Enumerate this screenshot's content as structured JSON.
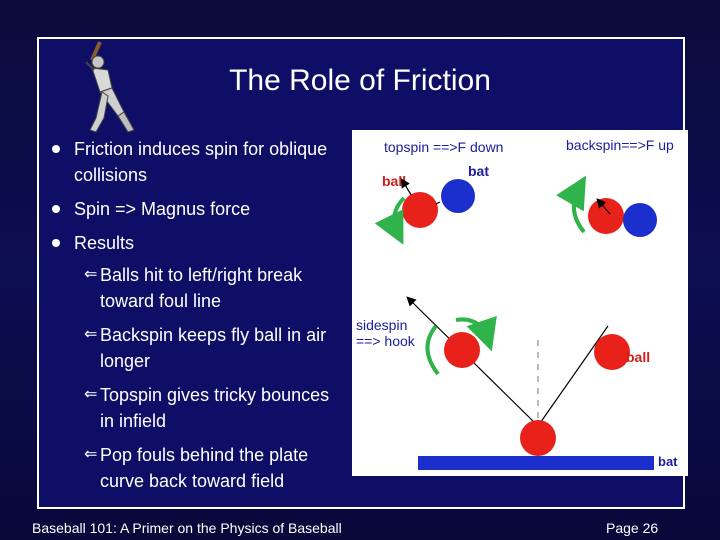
{
  "slide": {
    "title": "The Role of Friction",
    "bullets": [
      {
        "text": "Friction induces spin for oblique collisions"
      },
      {
        "text": "Spin => Magnus force"
      },
      {
        "text": "Results"
      }
    ],
    "sub_bullets": [
      {
        "text": "Balls hit to left/right break toward foul line"
      },
      {
        "text": "Backspin keeps fly ball in air longer"
      },
      {
        "text": "Topspin gives tricky bounces in infield"
      },
      {
        "text": "Pop fouls behind the plate curve back toward field"
      }
    ],
    "footer_left": "Baseball 101: A Primer on the Physics of Baseball",
    "footer_right": "Page 26"
  },
  "diagram": {
    "topspin_label": "topspin ==>F down",
    "backspin_label": "backspin==>F up",
    "ball_label_top": "ball",
    "bat_label_top": "bat",
    "sidespin_label_1": "sidespin",
    "sidespin_label_2": "==> hook",
    "ball_label_bottom": "ball",
    "bat_label_bottom": "bat"
  },
  "colors": {
    "background": "#0e0e66",
    "ball": "#e8211b",
    "bat": "#1a2fcc",
    "spin_arrow": "#2fb34a",
    "label": "#1c1c9c",
    "ball_text": "#d0201a"
  }
}
